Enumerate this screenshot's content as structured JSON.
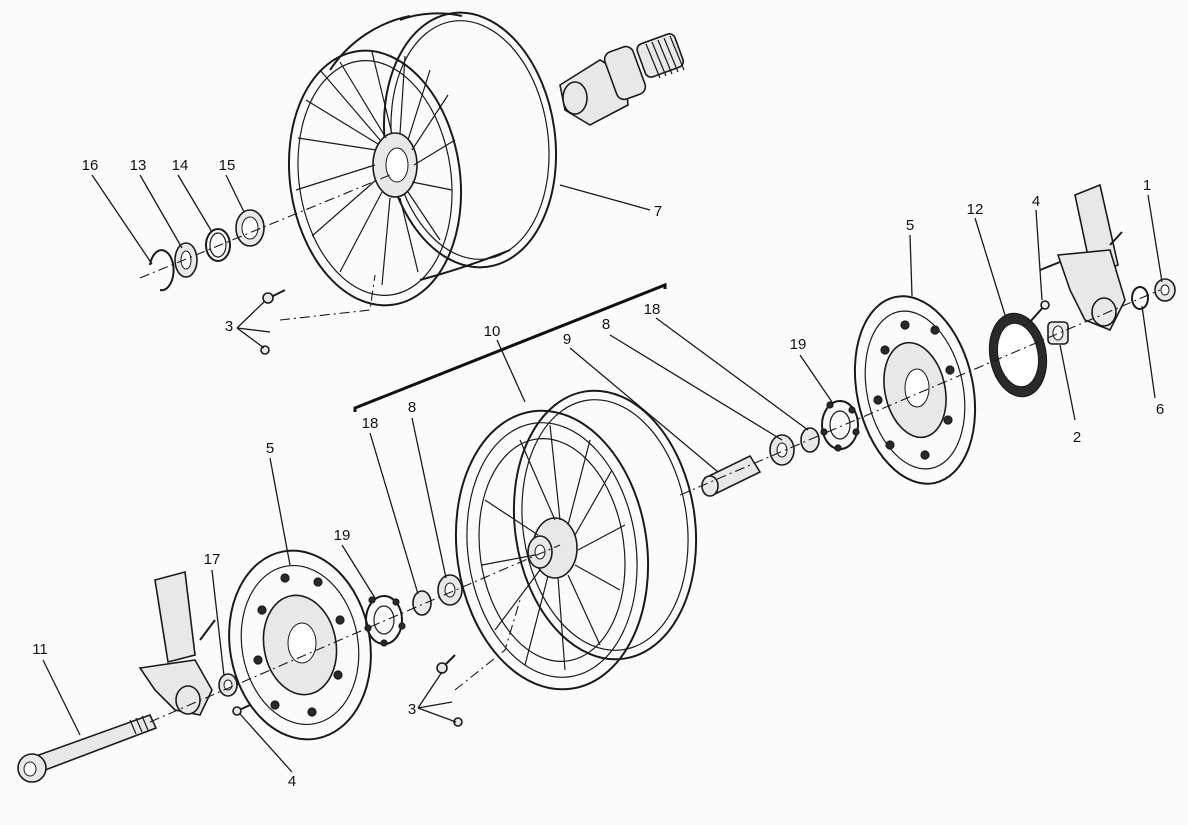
{
  "diagram": {
    "title": "Wheels exploded view",
    "labels": {
      "n1": "1",
      "n2": "2",
      "n3": "3",
      "n4": "4",
      "n5": "5",
      "n6": "6",
      "n7": "7",
      "n8": "8",
      "n9": "9",
      "n10": "10",
      "n11": "11",
      "n12": "12",
      "n13": "13",
      "n14": "14",
      "n15": "15",
      "n16": "16",
      "n17": "17",
      "n18": "18",
      "n19": "19"
    },
    "colors": {
      "line": "#1a1a1a",
      "background": "#fbfbfb",
      "part_fill": "#e8e8e8"
    }
  }
}
